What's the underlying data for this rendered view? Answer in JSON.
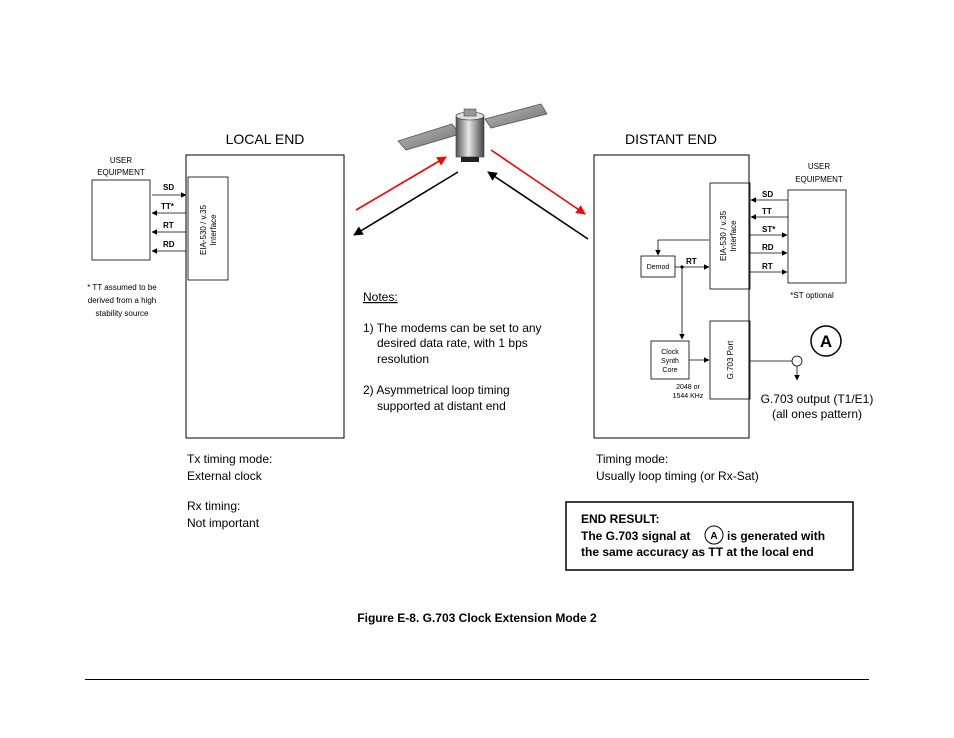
{
  "local": {
    "title": "LOCAL END",
    "user_equipment": [
      "USER",
      "EQUIPMENT"
    ],
    "signals": [
      "SD",
      "TT*",
      "RT",
      "RD"
    ],
    "interface": [
      "EIA-530 / v.35",
      "Interface"
    ],
    "footnote": [
      "* TT assumed to be",
      "derived from a high",
      "stability source"
    ],
    "tx_mode_label": "Tx timing mode:",
    "tx_mode_value": "External clock",
    "rx_mode_label": "Rx timing:",
    "rx_mode_value": "Not important"
  },
  "distant": {
    "title": "DISTANT END",
    "user_equipment": [
      "USER",
      "EQUIPMENT"
    ],
    "signals": [
      "SD",
      "TT",
      "ST*",
      "RD",
      "RT"
    ],
    "interface": [
      "EIA-530 / v.35",
      "Interface"
    ],
    "demod": "Demod",
    "rt_label": "RT",
    "clock_synth": [
      "Clock",
      "Synth",
      "Core"
    ],
    "freq": [
      "2048 or",
      "1544 KHz"
    ],
    "g703_port": "G.703 Port",
    "st_note": "*ST optional",
    "marker": "A",
    "g703_output": [
      "G.703 output (T1/E1)",
      "(all ones pattern)"
    ],
    "timing_label": "Timing mode:",
    "timing_value": "Usually loop timing (or Rx-Sat)"
  },
  "notes": {
    "title": "Notes:",
    "lines": [
      "1) The modems can be set to any",
      "desired data rate, with 1 bps",
      "resolution",
      "2) Asymmetrical loop timing",
      "supported at distant end"
    ]
  },
  "end_result": {
    "title": "END RESULT:",
    "line1_pre": "The G.703 signal at",
    "marker": "A",
    "line1_post": "is generated with",
    "line2": "the same accuracy as TT at the local end"
  },
  "caption": "Figure E-8. G.703 Clock Extension Mode 2",
  "colors": {
    "uplink_arrow": "#ff0000",
    "downlink_arrow": "#000000"
  }
}
